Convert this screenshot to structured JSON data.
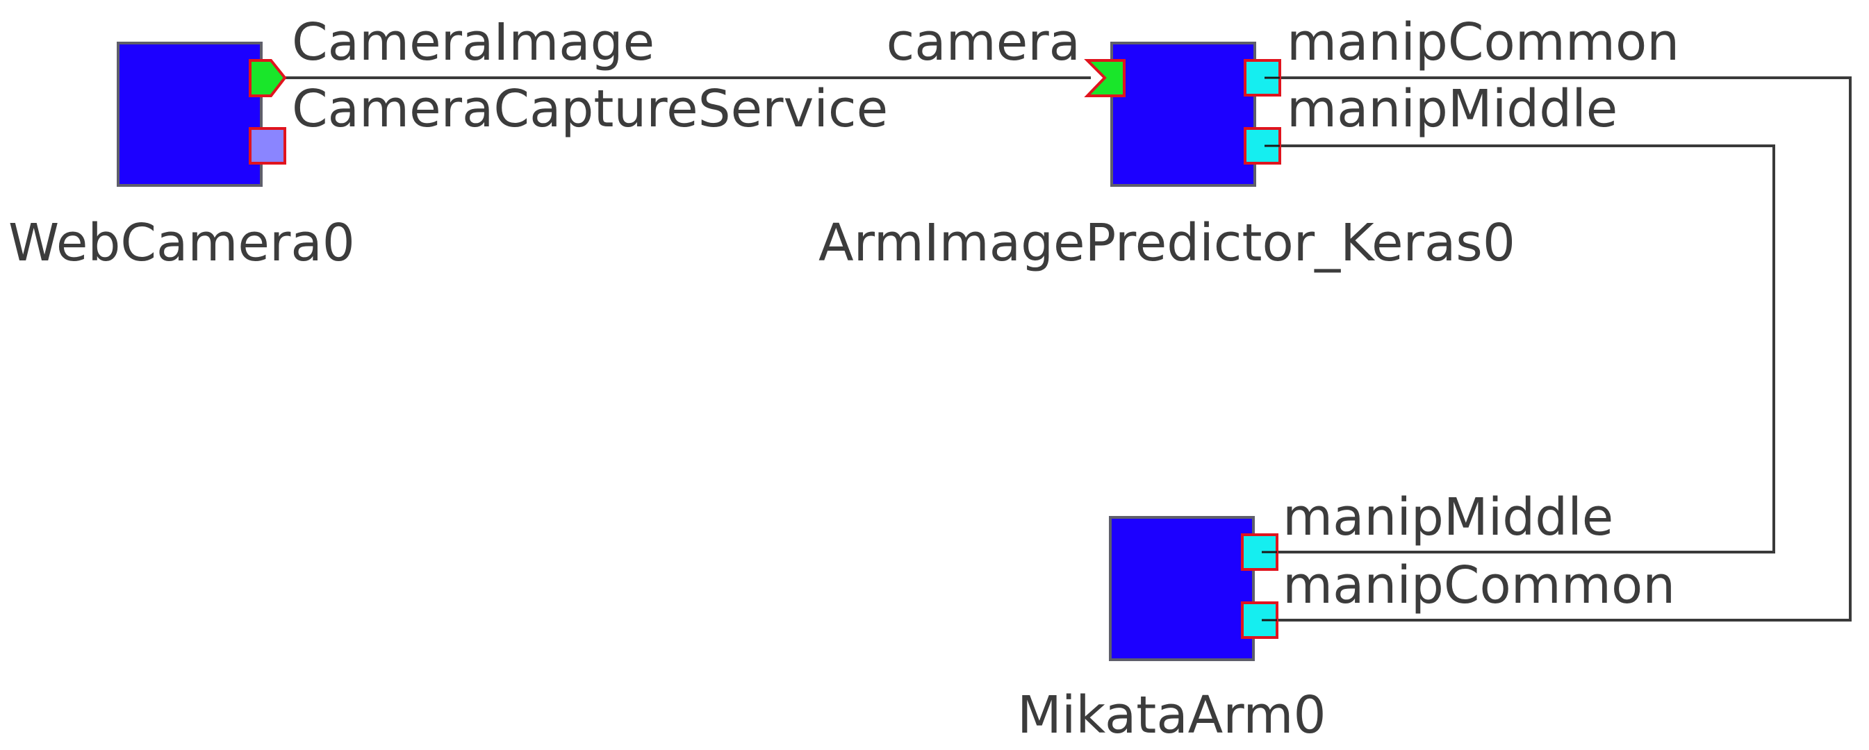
{
  "components": {
    "webcamera": {
      "name": "WebCamera0",
      "ports": {
        "out": "CameraImage",
        "svc": "CameraCaptureService"
      }
    },
    "predictor": {
      "name": "ArmImagePredictor_Keras0",
      "ports": {
        "in": "camera",
        "common": "manipCommon",
        "middle": "manipMiddle"
      }
    },
    "mikata": {
      "name": "MikataArm0",
      "ports": {
        "middle": "manipMiddle",
        "common": "manipCommon"
      }
    }
  },
  "colors": {
    "component_body": "#1c00ff",
    "dataport": "#19e62a",
    "service_provided": "#8a85ff",
    "service_consumer": "#15eef0",
    "port_border": "#e0141e",
    "wire": "#3a3a3a"
  }
}
